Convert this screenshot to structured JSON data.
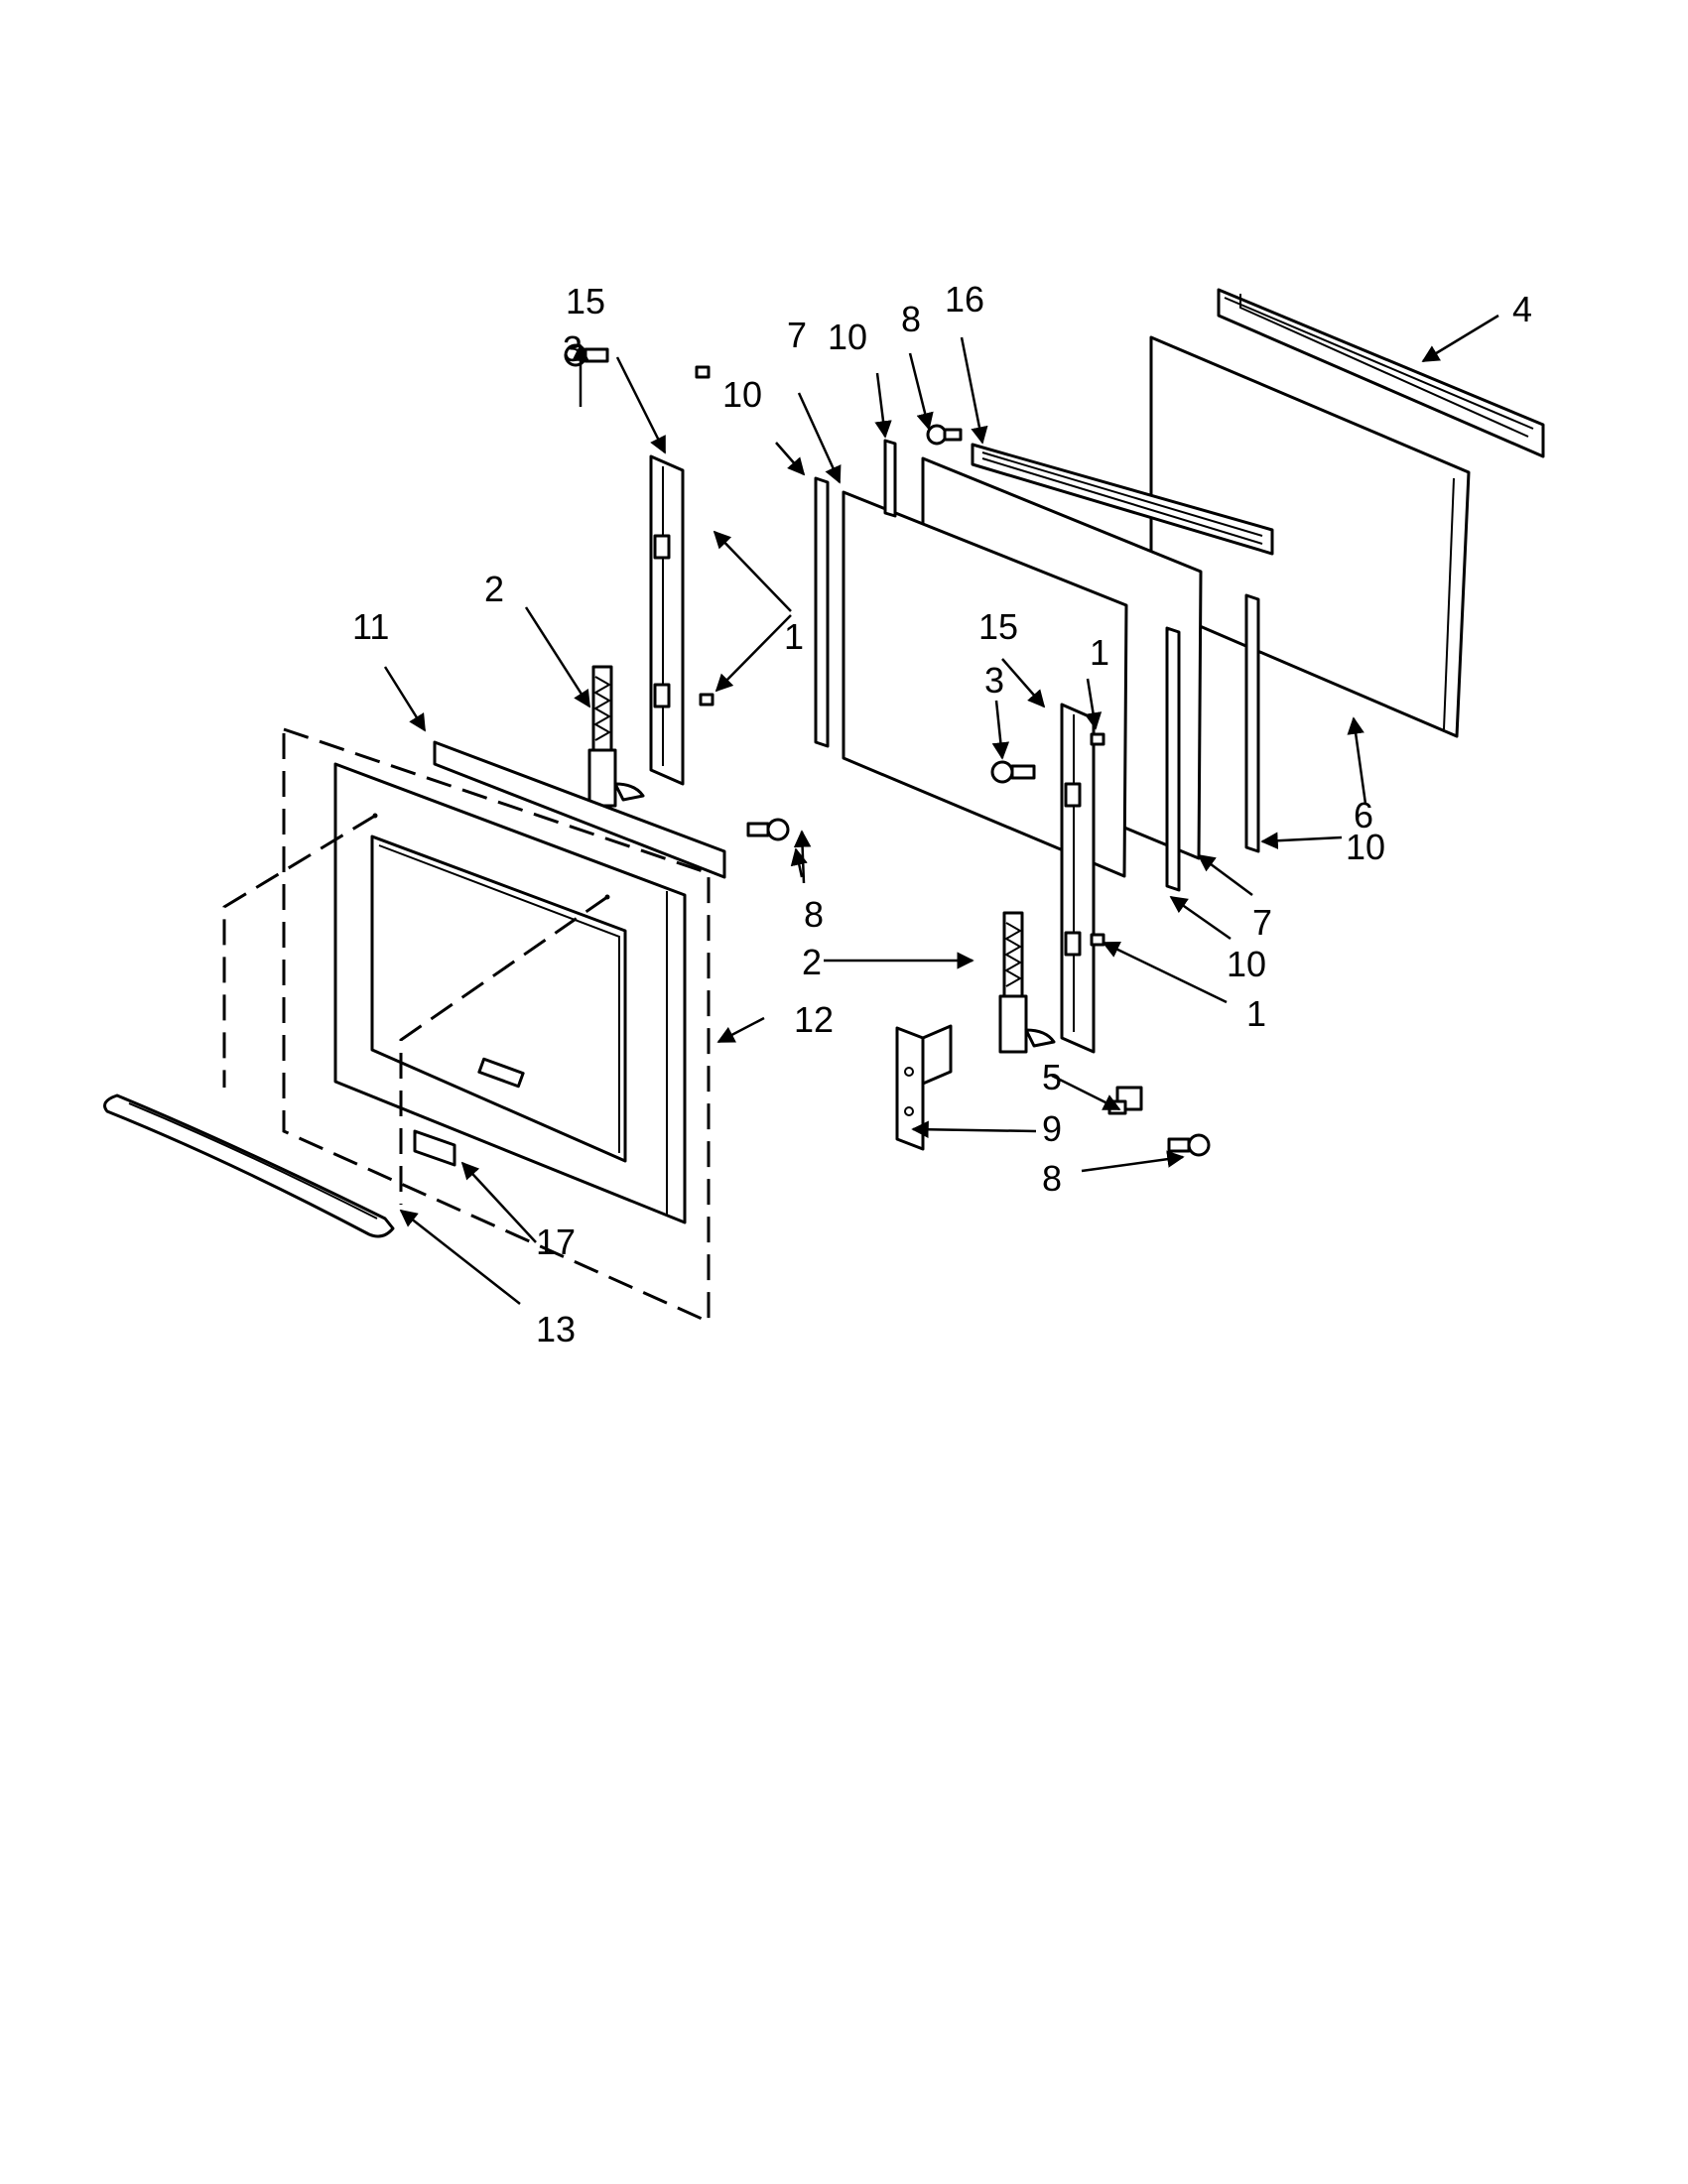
{
  "callouts": {
    "c1a": "1",
    "c1b": "1",
    "c1c": "1",
    "c1d": "1",
    "c2a": "2",
    "c2b": "2",
    "c3a": "3",
    "c3b": "3",
    "c4": "4",
    "c5": "5",
    "c6": "6",
    "c7a": "7",
    "c7b": "7",
    "c8a": "8",
    "c8b": "8",
    "c8c": "8",
    "c9": "9",
    "c10a": "10",
    "c10b": "10",
    "c10c": "10",
    "c10d": "10",
    "c11": "11",
    "c12": "12",
    "c13": "13",
    "c15a": "15",
    "c15b": "15",
    "c16": "16",
    "c17": "17"
  }
}
